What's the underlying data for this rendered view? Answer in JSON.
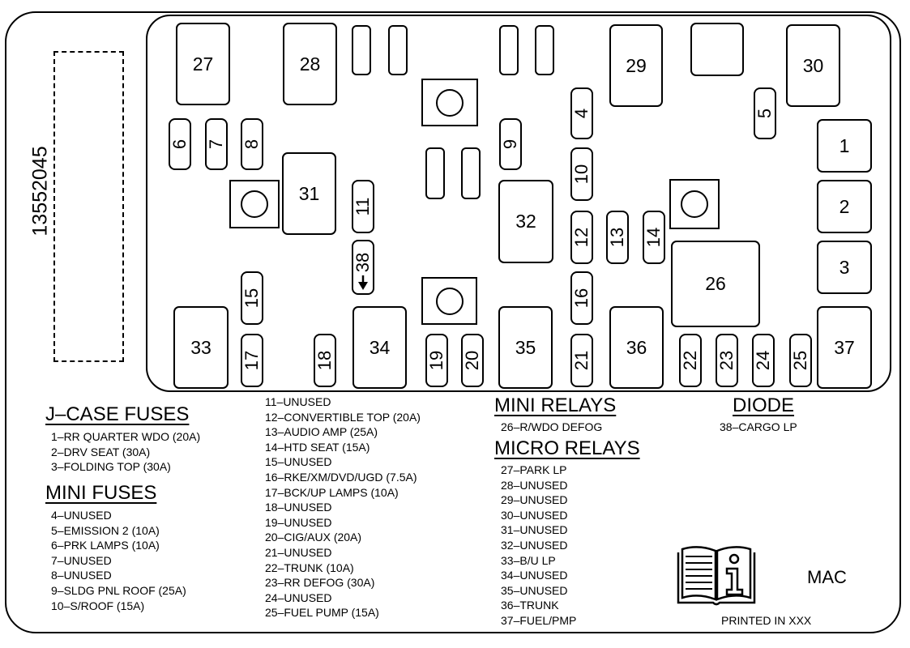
{
  "part_number": "13552045",
  "boxes": {
    "b27": "27",
    "b28": "28",
    "b29": "29",
    "b30": "30",
    "b31": "31",
    "b32": "32",
    "b26": "26",
    "b1": "1",
    "b2": "2",
    "b3": "3",
    "b33": "33",
    "b34": "34",
    "b35": "35",
    "b36": "36",
    "b37": "37"
  },
  "fuses": {
    "f4": "4",
    "f5": "5",
    "f6": "6",
    "f7": "7",
    "f8": "8",
    "f9": "9",
    "f10": "10",
    "f11": "11",
    "f12": "12",
    "f13": "13",
    "f14": "14",
    "f15": "15",
    "f16": "16",
    "f17": "17",
    "f18": "18",
    "f19": "19",
    "f20": "20",
    "f21": "21",
    "f22": "22",
    "f23": "23",
    "f24": "24",
    "f25": "25",
    "f38": "38"
  },
  "legend": {
    "jcase_title": "J–CASE FUSES",
    "jcase": [
      "1–RR QUARTER WDO (20A)",
      "2–DRV SEAT (30A)",
      "3–FOLDING TOP (30A)"
    ],
    "mini_fuses_title": "MINI FUSES",
    "mini_fuses": [
      "4–UNUSED",
      "5–EMISSION 2 (10A)",
      "6–PRK LAMPS (10A)",
      "7–UNUSED",
      "8–UNUSED",
      "9–SLDG PNL ROOF (25A)",
      "10–S/ROOF (15A)"
    ],
    "mini_fuses_cont": [
      "11–UNUSED",
      "12–CONVERTIBLE TOP (20A)",
      "13–AUDIO AMP (25A)",
      "14–HTD SEAT (15A)",
      "15–UNUSED",
      "16–RKE/XM/DVD/UGD (7.5A)",
      "17–BCK/UP LAMPS (10A)",
      "18–UNUSED",
      "19–UNUSED",
      "20–CIG/AUX (20A)",
      "21–UNUSED",
      "22–TRUNK (10A)",
      "23–RR DEFOG (30A)",
      "24–UNUSED",
      "25–FUEL PUMP (15A)"
    ],
    "mini_relays_title": "MINI RELAYS",
    "mini_relays": [
      "26–R/WDO DEFOG"
    ],
    "micro_relays_title": "MICRO RELAYS",
    "micro_relays": [
      "27–PARK LP",
      "28–UNUSED",
      "29–UNUSED",
      "30–UNUSED",
      "31–UNUSED",
      "32–UNUSED",
      "33–B/U LP",
      "34–UNUSED",
      "35–UNUSED",
      "36–TRUNK",
      "37–FUEL/PMP"
    ],
    "diode_title": "DIODE",
    "diode": [
      "38–CARGO LP"
    ]
  },
  "icons": {
    "book": "owner-manual-info-icon"
  },
  "mac_label": "MAC",
  "printed_label": "PRINTED IN XXX"
}
